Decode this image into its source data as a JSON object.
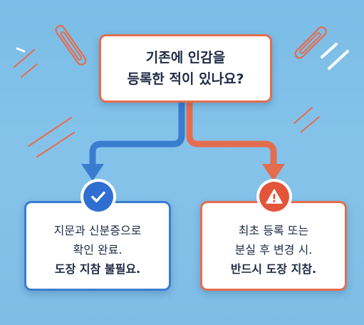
{
  "question": {
    "line1": "기존에 인감을",
    "line2": "등록한 적이 있나요?"
  },
  "left_result": {
    "line1": "지문과 신분증으로",
    "line2": "확인 완료.",
    "line3": "도장 지참 불필요."
  },
  "right_result": {
    "line1": "최초 등록 또는",
    "line2": "분실 후 변경 시.",
    "line3": "반드시 도장 지참."
  },
  "icons": {
    "left": "checkmark-icon",
    "right": "warning-icon"
  },
  "colors": {
    "background": "#7fbde6",
    "left_branch": "#3a7dd0",
    "right_branch": "#e56d4f",
    "text": "#1f2a44"
  }
}
